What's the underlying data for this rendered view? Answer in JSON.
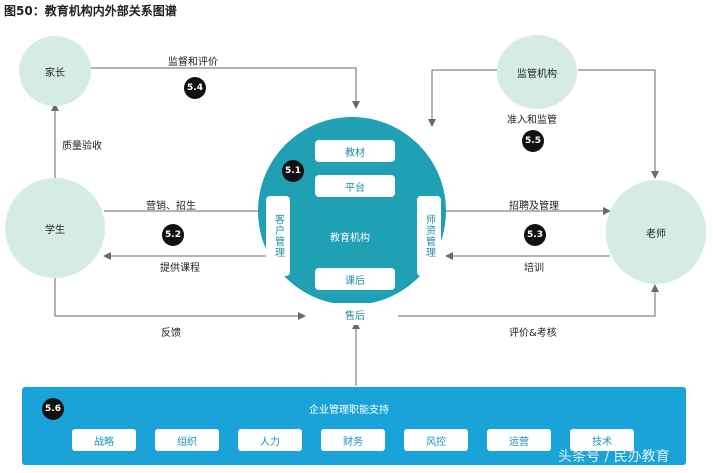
{
  "title": "图50：教育机构内外部关系图谱",
  "nodes": {
    "parent": "家长",
    "student": "学生",
    "regulator": "监管机构",
    "teacher": "老师",
    "institution": "教育机构"
  },
  "institution_boxes": {
    "materials": "教材",
    "platform": "平台",
    "customer_mgmt": "客户管理",
    "teacher_mgmt": "师资管理",
    "after_class": "课后",
    "after_sales": "售后"
  },
  "edge_labels": {
    "monitor_eval": "监督和评价",
    "quality_check": "质量验收",
    "marketing_enroll": "营销、招生",
    "provide_courses": "提供课程",
    "feedback": "反馈",
    "access_supervise": "准入和监管",
    "recruit_manage": "招聘及管理",
    "training": "培训",
    "eval_assess": "评价&考核"
  },
  "badges": [
    "5.1",
    "5.2",
    "5.3",
    "5.4",
    "5.5",
    "5.6"
  ],
  "support_panel": {
    "title": "企业管理职能支持",
    "items": [
      "战略",
      "组织",
      "人力",
      "财务",
      "风控",
      "运营",
      "技术"
    ]
  },
  "watermark": "头条号 / 民办教育",
  "colors": {
    "node_fill": "#d5ece4",
    "institution_fill": "#1fa0b3",
    "panel_fill": "#1aa3d8",
    "badge_fill": "#111111",
    "line": "#6a6a6a"
  }
}
